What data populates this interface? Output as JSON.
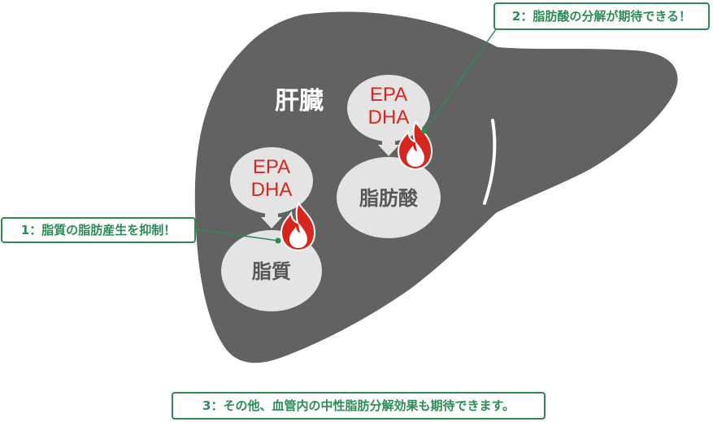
{
  "organ": {
    "title": "肝臓"
  },
  "nodes": {
    "fat": {
      "label": "脂質"
    },
    "fatty_acid": {
      "label": "脂肪酸"
    }
  },
  "supplements": {
    "line1": "EPA",
    "line2": "DHA"
  },
  "callouts": {
    "c1": "1：脂質の脂肪産生を抑制！",
    "c2": "2：脂肪酸の分解が期待できる！",
    "c3": "3：その他、血管内の中性脂肪分解効果も期待できます。"
  },
  "colors": {
    "liver": "#626262",
    "bubble": "#e4e4e4",
    "accent_red": "#d7261e",
    "callout_green": "#2e8b57"
  }
}
